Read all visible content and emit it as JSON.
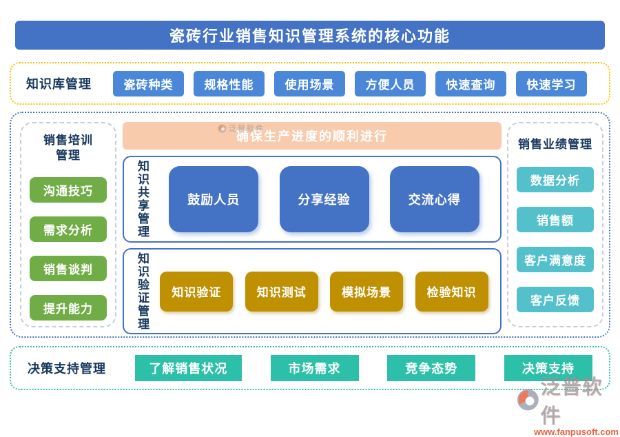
{
  "title": "瓷砖行业销售知识管理系统的核心功能",
  "knowledge_base": {
    "label": "知识库管理",
    "items": [
      "瓷砖种类",
      "规格性能",
      "使用场景",
      "方便人员",
      "快速查询",
      "快速学习"
    ]
  },
  "sales_training": {
    "label": "销售培训管理",
    "items": [
      "沟通技巧",
      "需求分析",
      "销售谈判",
      "提升能力"
    ]
  },
  "banner": {
    "text": "确保生产进度的顺利进行"
  },
  "knowledge_sharing": {
    "label": "知识共享管理",
    "items": [
      "鼓励人员",
      "分享经验",
      "交流心得"
    ]
  },
  "knowledge_verification": {
    "label": "知识验证管理",
    "items": [
      "知识验证",
      "知识测试",
      "模拟场景",
      "检验知识"
    ]
  },
  "sales_performance": {
    "label": "销售业绩管理",
    "items": [
      "数据分析",
      "销售额",
      "客户满意度",
      "客户反馈"
    ]
  },
  "decision_support": {
    "label": "决策支持管理",
    "items": [
      "了解销售状况",
      "市场需求",
      "竞争态势",
      "决策支持"
    ]
  },
  "watermark": {
    "brand": "泛普软件",
    "url": "www.fanpusoft.com"
  },
  "colors": {
    "title_blue": "#4472C4",
    "kb_button_blue": "#4A87D8",
    "kb_border_orange": "#FFC000",
    "green": "#70AD47",
    "banner_peach": "#F8CBAD",
    "gold": "#BF9000",
    "teal_side": "#54C0CB",
    "teal_bottom": "#2CC0A8",
    "navy_text": "#17375E",
    "brand_orange": "#E8502B"
  }
}
